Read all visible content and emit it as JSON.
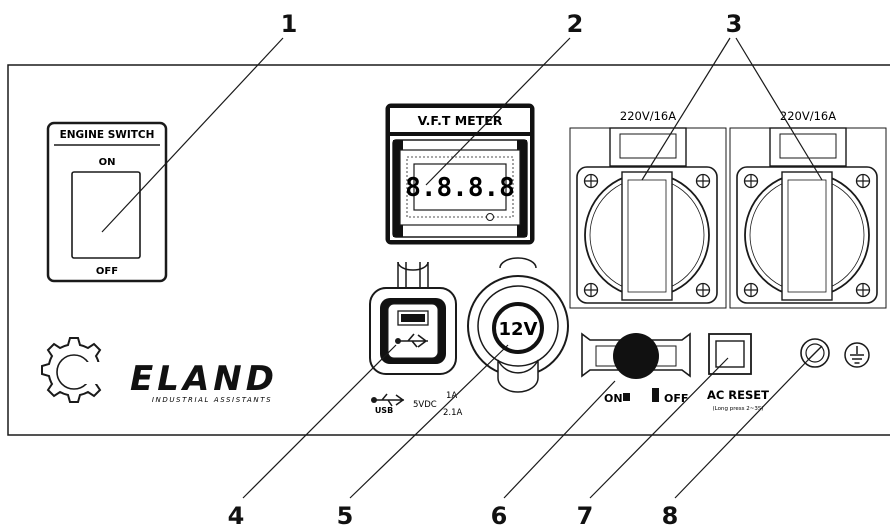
{
  "callouts": [
    "1",
    "2",
    "3",
    "4",
    "5",
    "6",
    "7",
    "8"
  ],
  "engine_switch": {
    "title": "ENGINE SWITCH",
    "on": "ON",
    "off": "OFF"
  },
  "meter": {
    "title": "V.F.T METER",
    "digits": "8.8.8.8"
  },
  "sockets": [
    {
      "rating": "220V/16A"
    },
    {
      "rating": "220V/16A"
    }
  ],
  "usb": {
    "symbol_label": "USB",
    "voltage": "5VDC",
    "current_1": "1A",
    "current_2": "2.1A"
  },
  "outlet_12v": {
    "label": "12V"
  },
  "breaker": {
    "on": "ON",
    "off": "OFF"
  },
  "ac_reset": {
    "label": "AC RESET",
    "sub": "(Long press 2~3S)"
  },
  "brand": {
    "name": "ELAND",
    "tagline": "INDUSTRIAL ASSISTANTS"
  },
  "colors": {
    "line": "#1a1a1a",
    "panel": "#ffffff",
    "dark": "#111111"
  }
}
